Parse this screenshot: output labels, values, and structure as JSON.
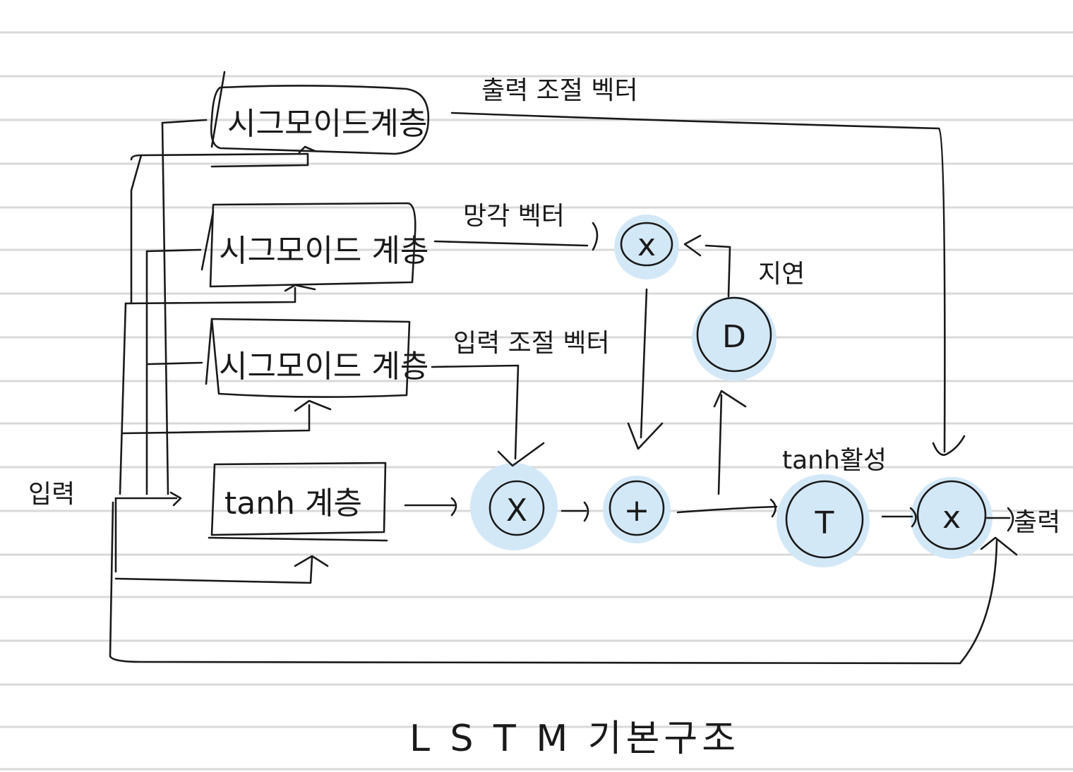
{
  "diagram": {
    "title": "L S T M 기본구조",
    "input_label": "입력",
    "output_label": "출력",
    "layers": {
      "output_gate": "시그모이드계층",
      "forget_gate": "시그모이드 계층",
      "input_gate": "시그모이드 계층",
      "candidate": "tanh 계층"
    },
    "vector_labels": {
      "output_control": "출력 조절 벡터",
      "forget": "망각 벡터",
      "input_control": "입력 조절 벡터"
    },
    "delay_label": "지연",
    "tanh_activation_label": "tanh활성",
    "operators": {
      "forget_multiply": "x",
      "input_multiply": "X",
      "add": "+",
      "delay": "D",
      "tanh": "T",
      "output_multiply": "x"
    }
  },
  "colors": {
    "ink": "#1a1a1a",
    "highlight": "#d3e8f7",
    "ruled_line": "#d9d9d9"
  }
}
